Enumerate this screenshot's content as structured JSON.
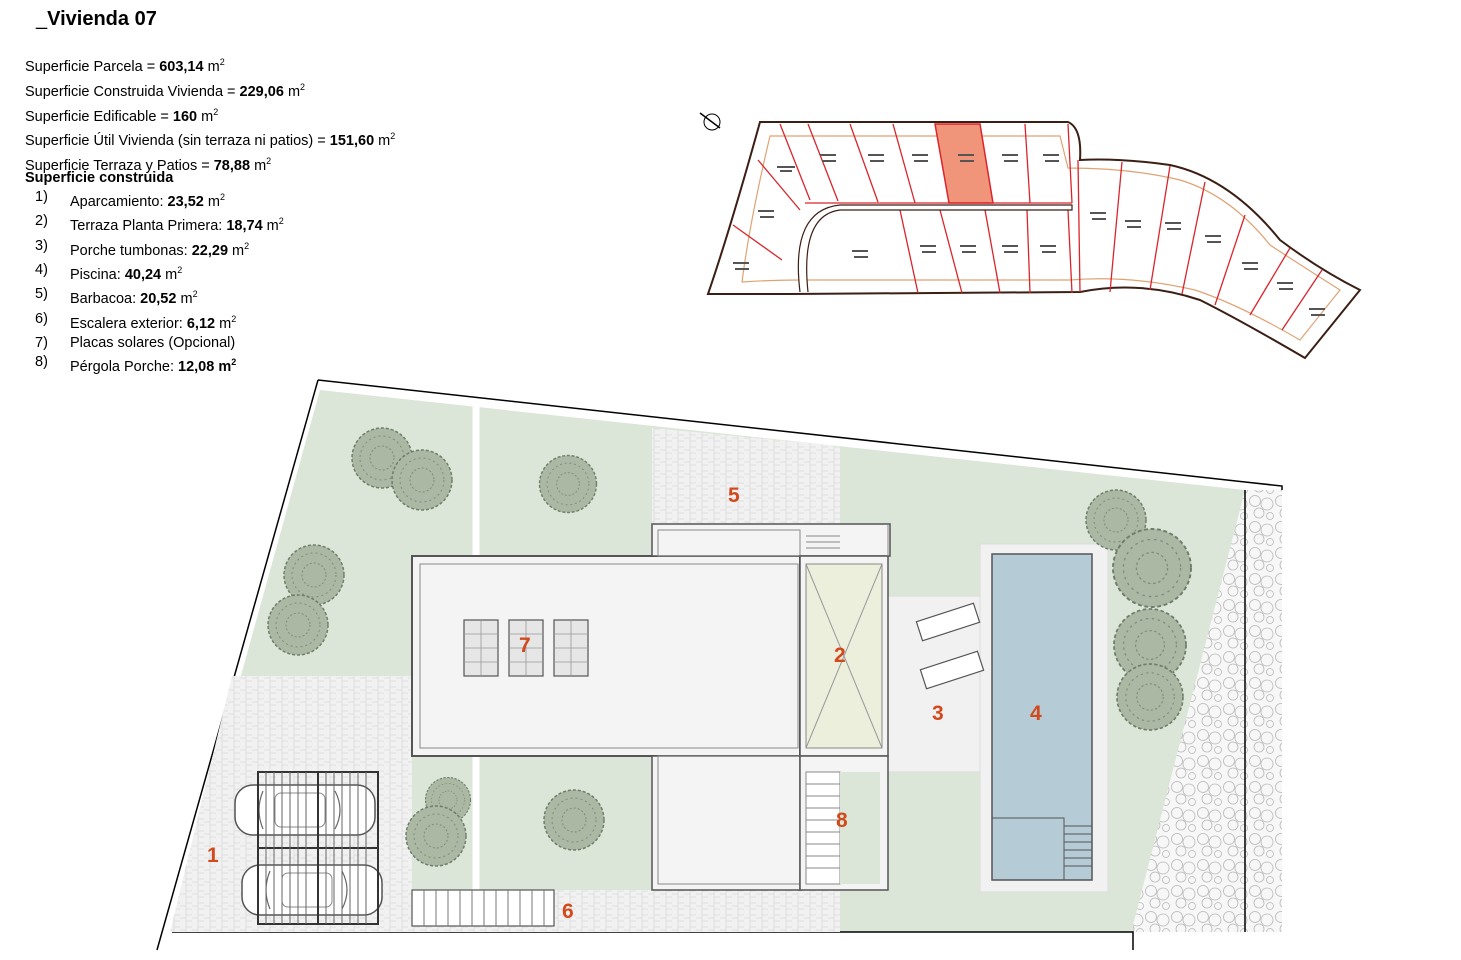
{
  "title": "Vivienda 07",
  "specs": [
    {
      "label": "Superficie Parcela = ",
      "value": "603,14",
      "unit": "m",
      "exp": "2"
    },
    {
      "label": "Superficie Construida Vivienda = ",
      "value": "229,06",
      "unit": "m",
      "exp": "2"
    },
    {
      "label": "Superficie Edificable = ",
      "value": "160",
      "unit": "m",
      "exp": "2"
    },
    {
      "label": "Superficie Útil Vivienda (sin terraza ni patios) = ",
      "value": "151,60",
      "unit": "m",
      "exp": "2"
    },
    {
      "label": "Superficie Terraza y Patios = ",
      "value": "78,88",
      "unit": "m",
      "exp": "2"
    }
  ],
  "built": {
    "title": "Superficie construida",
    "items": [
      {
        "num": "1)",
        "label": "Aparcamiento: ",
        "value": "23,52",
        "unit": "m",
        "exp": "2"
      },
      {
        "num": "2)",
        "label": "Terraza Planta Primera: ",
        "value": "18,74",
        "unit": "m",
        "exp": "2"
      },
      {
        "num": "3)",
        "label": "Porche tumbonas: ",
        "value": "22,29",
        "unit": "m",
        "exp": "2"
      },
      {
        "num": "4)",
        "label": "Piscina: ",
        "value": "40,24",
        "unit": "m",
        "exp": "2"
      },
      {
        "num": "5)",
        "label": "Barbacoa: ",
        "value": "20,52",
        "unit": "m",
        "exp": "2"
      },
      {
        "num": "6)",
        "label": "Escalera exterior: ",
        "value": "6,12",
        "unit": "m",
        "exp": "2"
      },
      {
        "num": "7)",
        "label": "Placas solares (Opcional)",
        "value": "",
        "unit": "",
        "exp": ""
      },
      {
        "num": "8)",
        "label": "Pérgola Porche: ",
        "value": "12,08",
        "unit": "m",
        "exp": "2"
      }
    ]
  },
  "plan_labels": [
    "1",
    "2",
    "3",
    "4",
    "5",
    "6",
    "7",
    "8"
  ],
  "colors": {
    "garden": "#dbe6d8",
    "paving": "#f1f1f1",
    "pool": "#b5ccd6",
    "terrace": "#ecefdc",
    "label": "#d24a1c",
    "plot_line": "#d9252b",
    "highlight": "#f1957a",
    "setback": "#e0a273",
    "tree": "#aab8a4"
  }
}
